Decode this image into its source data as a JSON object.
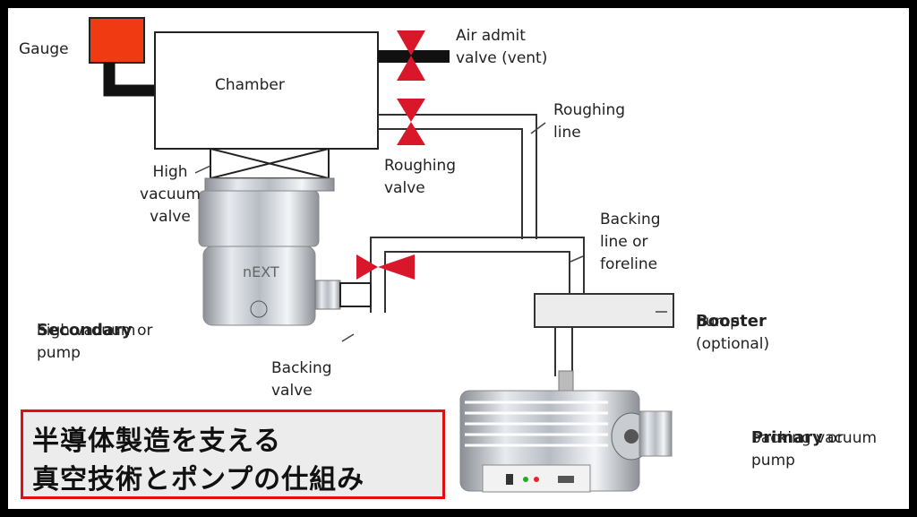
{
  "labels": {
    "gauge": "Gauge",
    "chamber": "Chamber",
    "air_admit": "Air admit\nvalve (vent)",
    "roughing_line": "Roughing\nline",
    "roughing_valve": "Roughing\nvalve",
    "high_vacuum_valve": "High\nvacuum\nvalve",
    "backing_line": "Backing\nline or\nforeline",
    "secondary_bold": "Secondary",
    "secondary_rest": " or",
    "secondary_sub": "high vacuum\npump",
    "booster_bold": "Booster",
    "booster_sub": "pump\n(optional)",
    "backing_valve": "Backing\nvalve",
    "primary_bold": "Primary",
    "primary_rest": " or",
    "primary_sub": "backing vacuum\npump"
  },
  "banner": {
    "line1": "半導体製造を支える",
    "line2": "真空技術とポンプの仕組み"
  },
  "colors": {
    "valve_red": "#d8182a",
    "gauge_red": "#f03a12",
    "banner_border": "#e01010"
  }
}
